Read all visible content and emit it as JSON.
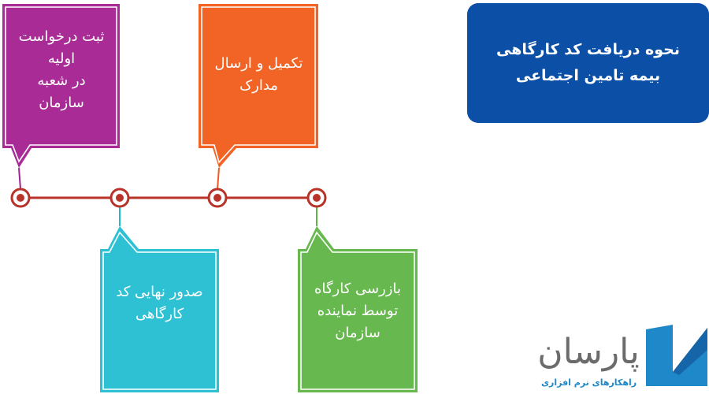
{
  "title": "نحوه دریافت کد کارگاهی بیمه تامین اجتماعی",
  "steps": [
    {
      "text": "ثبت درخواست\nاولیه\nدر شعبه\nسازمان",
      "color": "#a0248f",
      "fill": "#a92b96",
      "position": "top"
    },
    {
      "text": "صدور نهایی کد\nکارگاهی",
      "color": "#1fb8cc",
      "fill": "#2ec0d3",
      "position": "bottom"
    },
    {
      "text": "تکمیل و ارسال\nمدارک",
      "color": "#ef5a23",
      "fill": "#f26426",
      "position": "top"
    },
    {
      "text": "بازرسی کارگاه\nتوسط نماینده\nسازمان",
      "color": "#5fb347",
      "fill": "#67b84e",
      "position": "bottom"
    }
  ],
  "timeline_color": "#b8332a",
  "logo": {
    "name": "پارسان",
    "tagline": "راهکارهای نرم افزاری",
    "icon": "parsan-logo-icon",
    "accent": "#1e88c8"
  }
}
